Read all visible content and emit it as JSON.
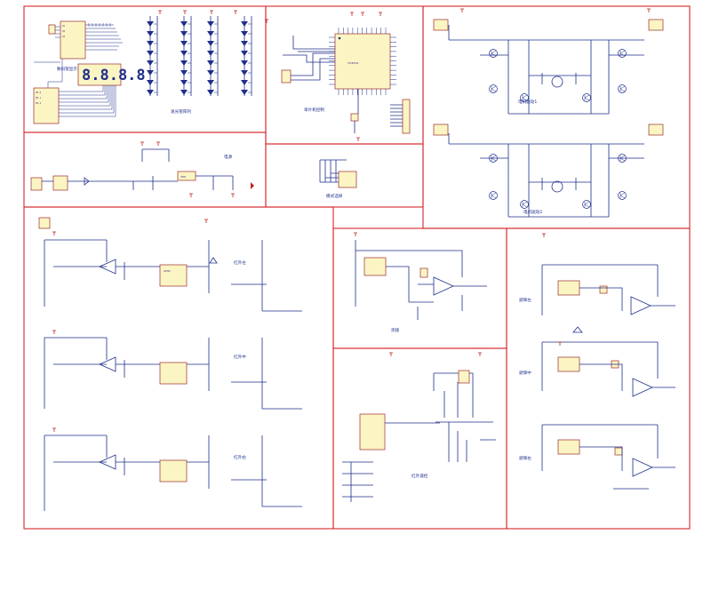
{
  "section_titles": {
    "digit_display": "数码管显示",
    "led_matrix": "发光管阵列",
    "mcu_core": "单片机控制",
    "motor_drive_1": "电机驱动1",
    "motor_drive_2": "电机驱动2",
    "power": "电源",
    "mode_select": "模式选择",
    "ir_left": "红外左",
    "ir_mid": "红外中",
    "ir_right": "红外右",
    "speed": "测速",
    "ir_remote": "红外遥控",
    "obstacle_left": "避障左",
    "obstacle_mid": "避障中",
    "obstacle_right": "避障右"
  },
  "net_labels": {
    "gnd": "GND",
    "vcc": "VCC",
    "mcu_chip": "STC89C52",
    "comparator": "LM393",
    "regulator": "7805"
  },
  "colors": {
    "frame": "#d7262b",
    "wire": "#1f2f8a",
    "component_fill": "#fbf5c4",
    "power_symbol": "#c22020"
  }
}
